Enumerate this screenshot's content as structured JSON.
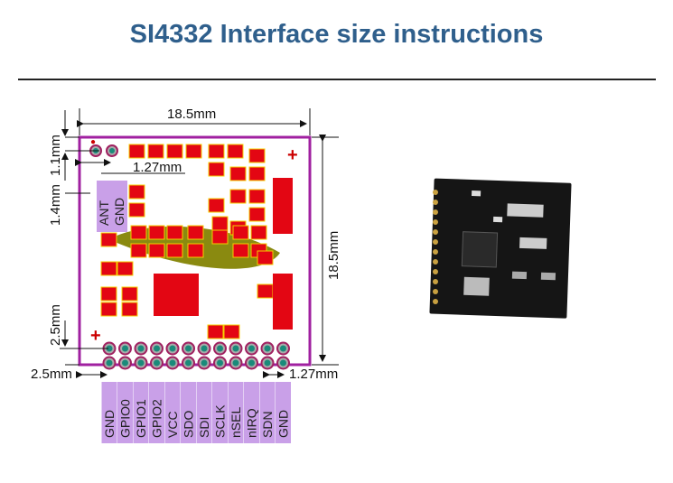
{
  "title": "SI4332 Interface size instructions",
  "dimensions": {
    "width_top": "18.5mm",
    "height_right": "18.5mm",
    "top_offset": "1.1mm",
    "ant_offset": "1.4mm",
    "ant_pitch": "1.27mm",
    "bottom_offset": "2.5mm",
    "left_offset": "2.5mm",
    "pin_pitch": "1.27mm"
  },
  "top_pins": [
    "ANT",
    "GND"
  ],
  "bottom_pins": [
    "GND",
    "GPIO0",
    "GPIO1",
    "GPIO2",
    "VCC",
    "SDO",
    "SDI",
    "SCLK",
    "nSEL",
    "nIRQ",
    "SDN",
    "GND"
  ],
  "colors": {
    "title": "#2f5f8c",
    "board_outline": "#a020a0",
    "pad": "#e30613",
    "pin_label_bg": "#c9a0e8"
  }
}
